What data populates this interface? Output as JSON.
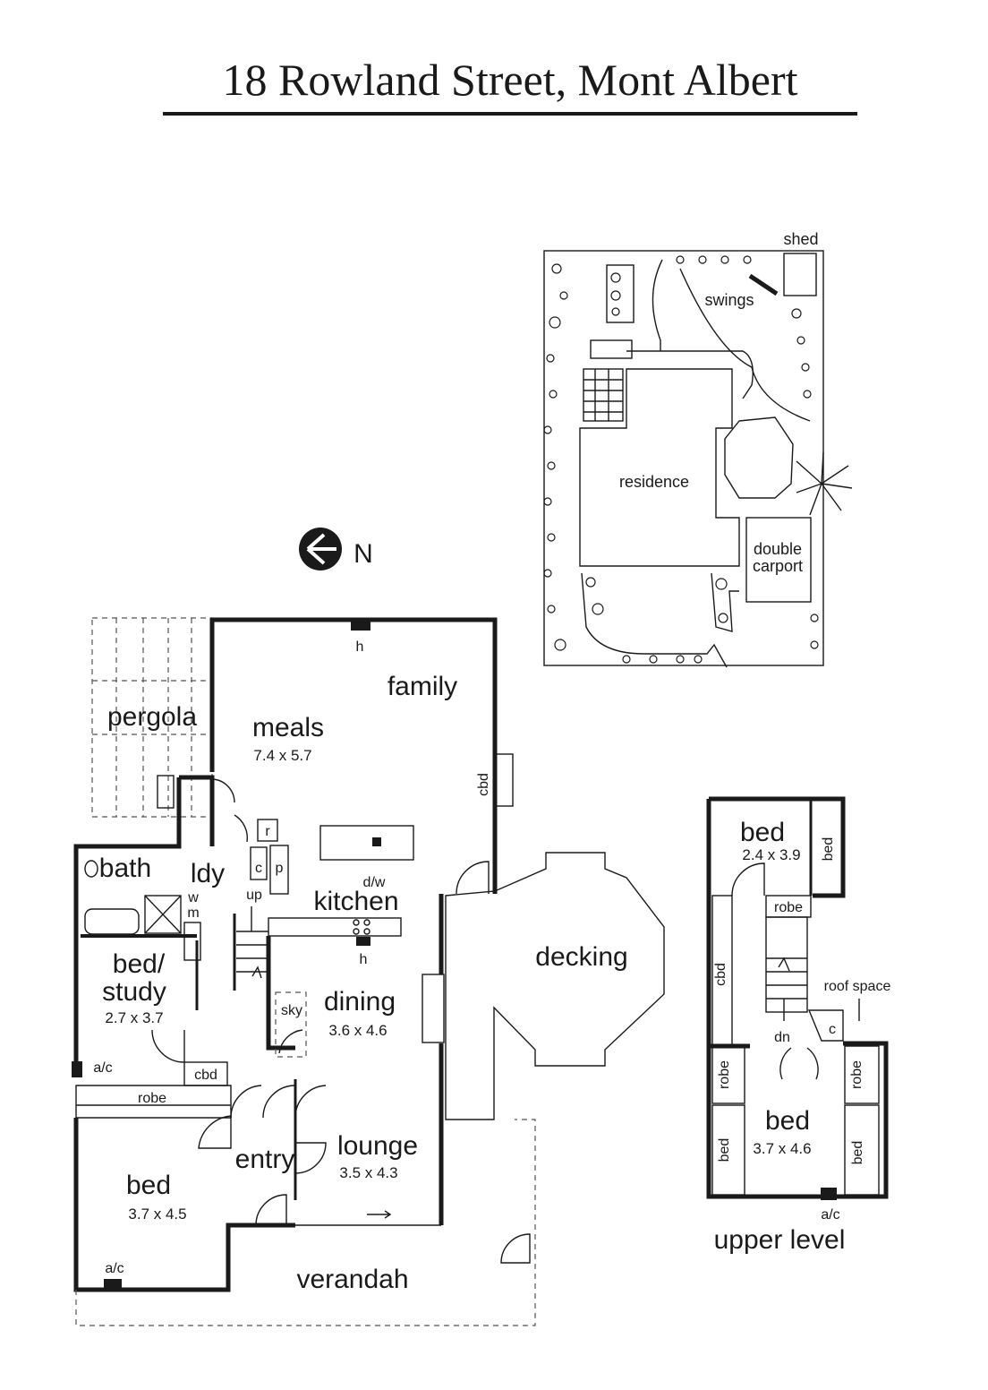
{
  "title": "18 Rowland Street, Mont Albert",
  "compass": {
    "label": "N",
    "icon": "north-arrow-icon"
  },
  "site_plan": {
    "shed": "shed",
    "swings": "swings",
    "residence": "residence",
    "carport_line1": "double",
    "carport_line2": "carport"
  },
  "ground_floor": {
    "pergola": "pergola",
    "meals": {
      "name": "meals",
      "size": "7.4 x 5.7"
    },
    "family": "family",
    "h1": "h",
    "cbd_family": "cbd",
    "bath": "bath",
    "ldy": "ldy",
    "wm1": "w",
    "wm2": "m",
    "r": "r",
    "c": "c",
    "p": "p",
    "up": "up",
    "dw": "d/w",
    "kitchen": "kitchen",
    "h2": "h",
    "decking": "decking",
    "bed_study1": "bed/",
    "bed_study2": "study",
    "bed_study_size": "2.7 x 3.7",
    "sky": "sky",
    "dining": {
      "name": "dining",
      "size": "3.6 x 4.6"
    },
    "ac1": "a/c",
    "cbd_hall": "cbd",
    "robe": "robe",
    "entry": "entry",
    "lounge": {
      "name": "lounge",
      "size": "3.5 x 4.3"
    },
    "bed": {
      "name": "bed",
      "size": "3.7 x 4.5"
    },
    "ac2": "a/c",
    "verandah": "verandah"
  },
  "upper_level": {
    "label": "upper level",
    "bed1": {
      "name": "bed",
      "size": "2.4 x 3.9"
    },
    "bed1_builtin": "bed",
    "robe1": "robe",
    "cbd": "cbd",
    "roof_space": "roof space",
    "c": "c",
    "dn": "dn",
    "robe_left": "robe",
    "robe_right": "robe",
    "bed2": {
      "name": "bed",
      "size": "3.7 x 4.6"
    },
    "bed_left": "bed",
    "bed_right": "bed",
    "ac": "a/c"
  }
}
